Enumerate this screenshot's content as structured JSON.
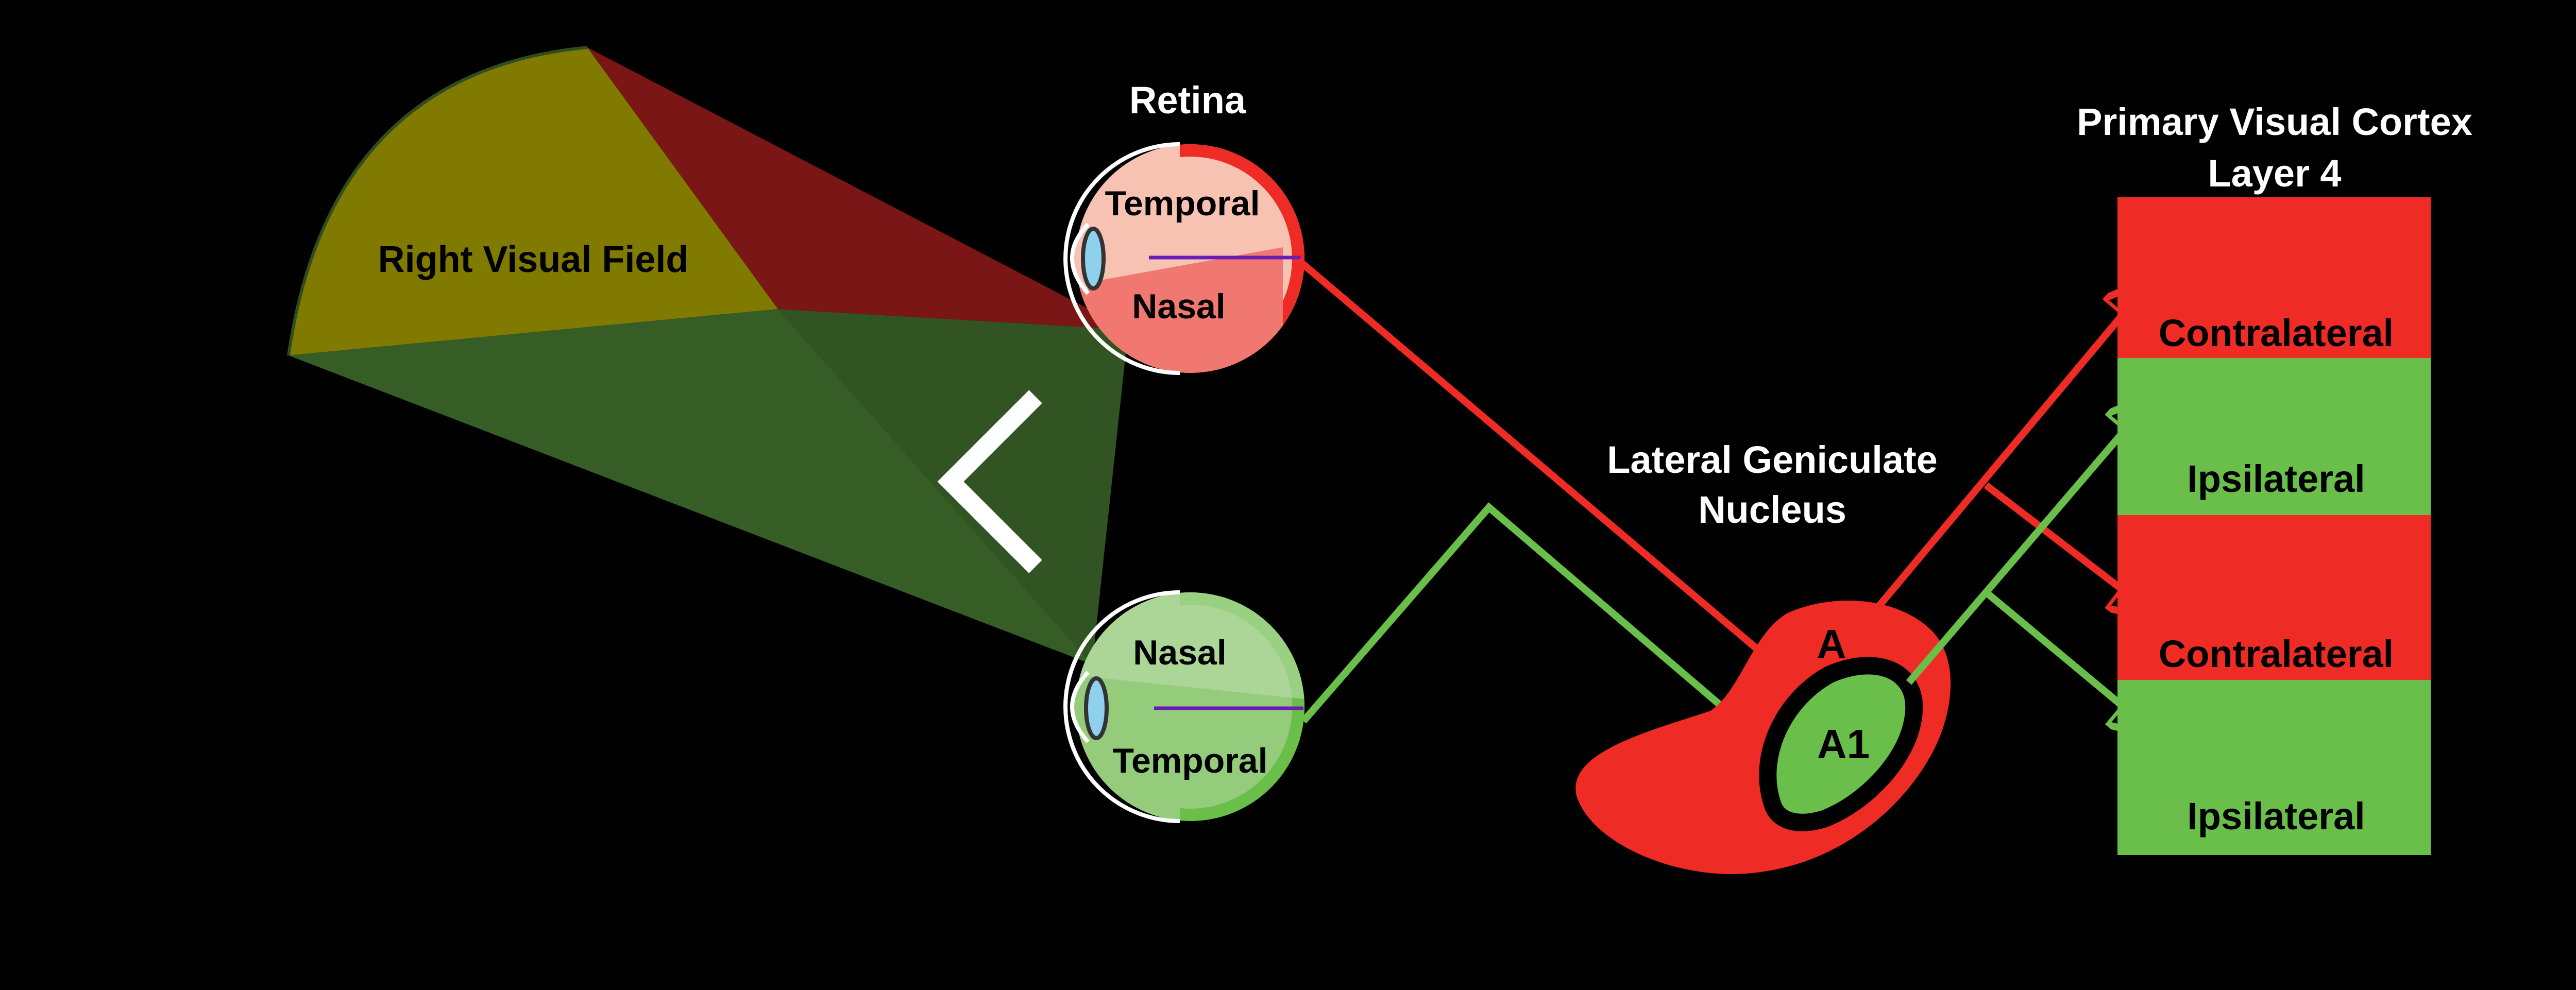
{
  "labels": {
    "visual_field": "Right Visual Field",
    "retina_title": "Retina",
    "top_eye_temporal": "Temporal",
    "top_eye_nasal": "Nasal",
    "bottom_eye_nasal": "Nasal",
    "bottom_eye_temporal": "Temporal",
    "lgn_title_line1": "Lateral Geniculate",
    "lgn_title_line2": "Nucleus",
    "lgn_layer_a": "A",
    "lgn_layer_a1": "A1",
    "cortex_title_line1": "Primary Visual Cortex",
    "cortex_title_line2": "Layer 4",
    "cortex_band_1": "Contralateral",
    "cortex_band_2": "Ipsilateral",
    "cortex_band_3": "Contralateral",
    "cortex_band_4": "Ipsilateral"
  },
  "colors": {
    "background": "#000000",
    "contralateral_red": "#ee2b24",
    "ipsilateral_green": "#6abf4b",
    "field_yellow": "#807a00",
    "beam_red": "#7a1616",
    "beam_green": "#365d26",
    "eye_pink": "#f8c2b2",
    "eye_pink_dark": "#f07870",
    "eye_green_light": "#bfdfae",
    "eye_green": "#95cc7c",
    "lens_blue": "#8fd0ec",
    "optic_axis_purple": "#6a1cb8",
    "nose_outline": "#ffffff"
  }
}
